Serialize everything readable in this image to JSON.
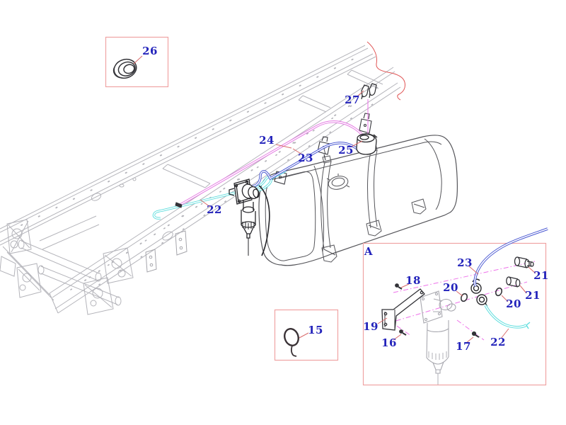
{
  "figure": {
    "type": "exploded-parts-diagram",
    "subject": "truck chassis fuel tank and fuel filter piping",
    "detail_box_label": "A",
    "callouts": {
      "c26": "26",
      "c27": "27",
      "c24": "24",
      "c23": "23",
      "c25": "25",
      "c22": "22",
      "c15": "15",
      "a": "A",
      "a23": "23",
      "a21_top": "21",
      "a21_bottom": "21",
      "a20_left": "20",
      "a20_right": "20",
      "a18": "18",
      "a19": "19",
      "a16": "16",
      "a17": "17",
      "a22": "22"
    },
    "parts_shown": [
      "15",
      "16",
      "17",
      "18",
      "19",
      "20",
      "21",
      "22",
      "23",
      "24",
      "25",
      "26",
      "27"
    ],
    "colors": {
      "callout_text": "#2323bb",
      "leader_line": "#d96b6b",
      "detail_box_border": "#efa3a3",
      "break_line": "#e05555",
      "tube_magenta": "#e478e2",
      "tube_blue": "#4a58d2",
      "tube_cyan": "#5fdede",
      "axis_line": "#ee72ea",
      "chassis_gray": "#b4b4ba",
      "tank_gray": "#55555a",
      "part_dark": "#2a2a2e",
      "ghost_gray": "#a9a9b0",
      "background": "#ffffff"
    }
  }
}
